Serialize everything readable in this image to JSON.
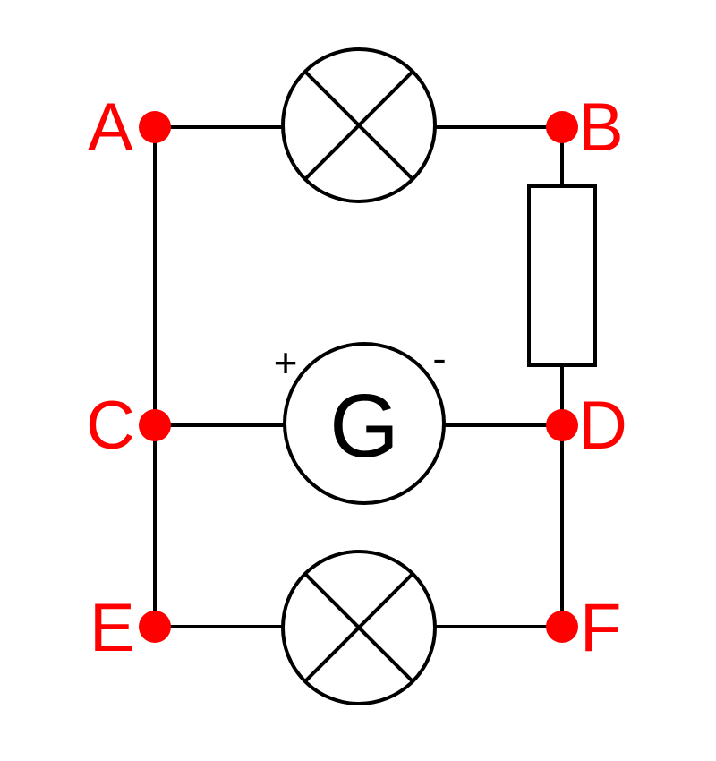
{
  "colors": {
    "wire": "#000000",
    "node": "#ff0000",
    "label": "#ff0000"
  },
  "nodes": {
    "A": "A",
    "B": "B",
    "C": "C",
    "D": "D",
    "E": "E",
    "F": "F"
  },
  "components": {
    "lamp_top": "lamp-icon",
    "lamp_bottom": "lamp-icon",
    "resistor": "resistor-icon",
    "galvanometer": {
      "symbol": "G",
      "positive": "+",
      "negative": "-"
    }
  }
}
